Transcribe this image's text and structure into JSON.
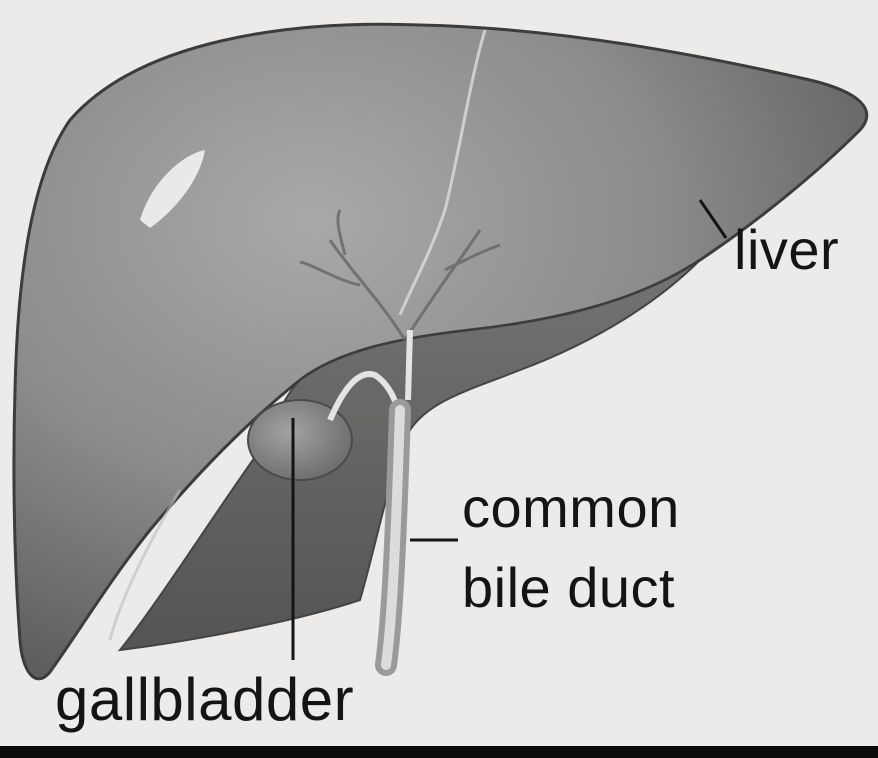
{
  "labels": {
    "liver": "liver",
    "common_bile_duct_line1": "common",
    "common_bile_duct_line2": "bile duct",
    "gallbladder": "gallbladder"
  },
  "colors": {
    "background": "#ecebe9",
    "liver_fill": "#8a8a8a",
    "liver_shadow": "#5a5a5a",
    "duct": "#e6e6e6",
    "label_text": "#141414"
  }
}
